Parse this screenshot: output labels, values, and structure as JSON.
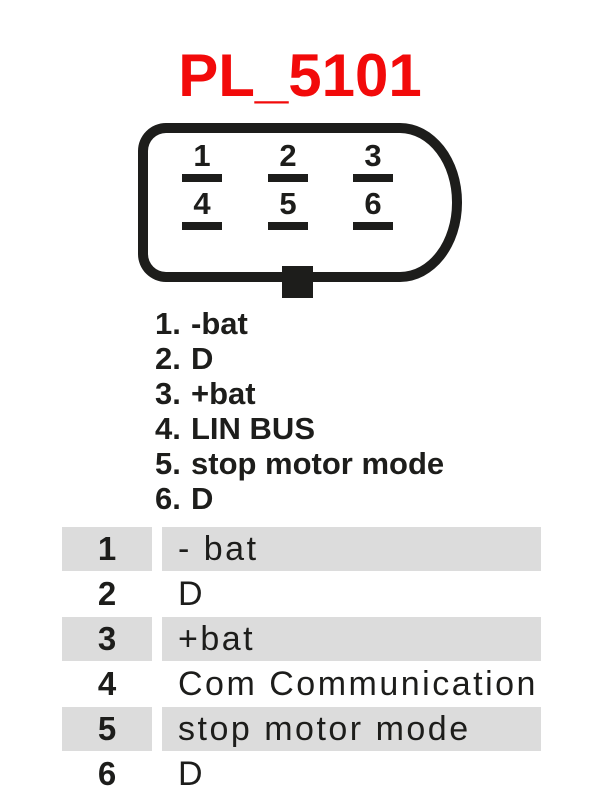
{
  "colors": {
    "ink": "#1d1d1b",
    "accent-red": "#F20A0A",
    "row-shade": "#DCDCDC",
    "bg": "#FFFFFF"
  },
  "title": {
    "text": "PL_5101"
  },
  "connector": {
    "pins": [
      "1",
      "2",
      "3",
      "4",
      "5",
      "6"
    ]
  },
  "pin_list": {
    "items": [
      {
        "num": "1.",
        "label": "-bat"
      },
      {
        "num": "2.",
        "label": "D"
      },
      {
        "num": "3.",
        "label": "+bat"
      },
      {
        "num": "4.",
        "label": "LIN BUS"
      },
      {
        "num": "5.",
        "label": "stop motor mode"
      },
      {
        "num": "6.",
        "label": "D"
      }
    ]
  },
  "pin_table": {
    "rows": [
      {
        "pin": "1",
        "description": "- bat"
      },
      {
        "pin": "2",
        "description": "D"
      },
      {
        "pin": "3",
        "description": "+bat"
      },
      {
        "pin": "4",
        "description": "Com Communication"
      },
      {
        "pin": "5",
        "description": "stop motor mode"
      },
      {
        "pin": "6",
        "description": "D"
      }
    ]
  }
}
